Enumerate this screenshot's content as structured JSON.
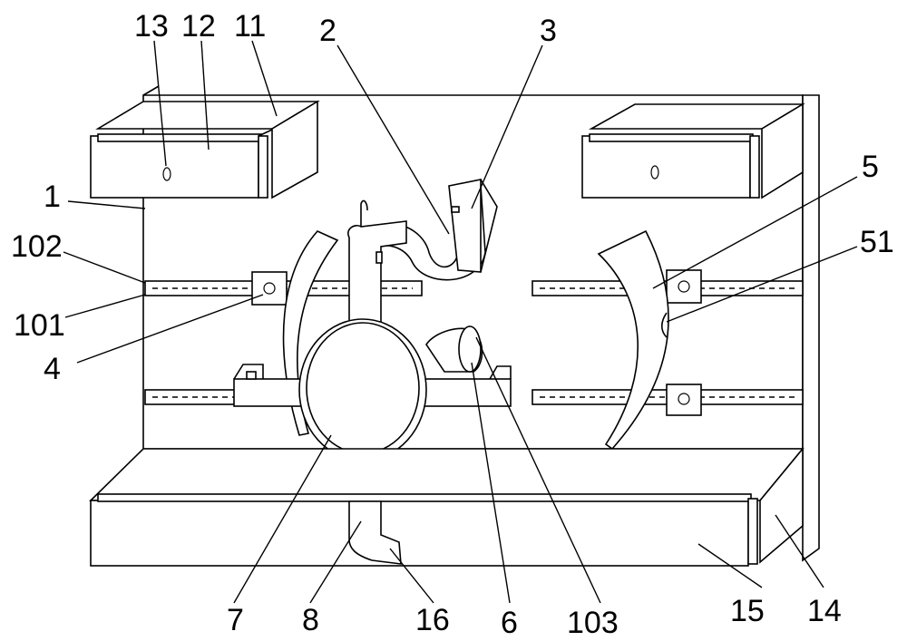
{
  "labels": {
    "l1": "1",
    "l2": "2",
    "l3": "3",
    "l4": "4",
    "l5": "5",
    "l51": "51",
    "l6": "6",
    "l7": "7",
    "l8": "8",
    "l11": "11",
    "l12": "12",
    "l13": "13",
    "l14": "14",
    "l15": "15",
    "l16": "16",
    "l101": "101",
    "l102": "102",
    "l103": "103"
  }
}
